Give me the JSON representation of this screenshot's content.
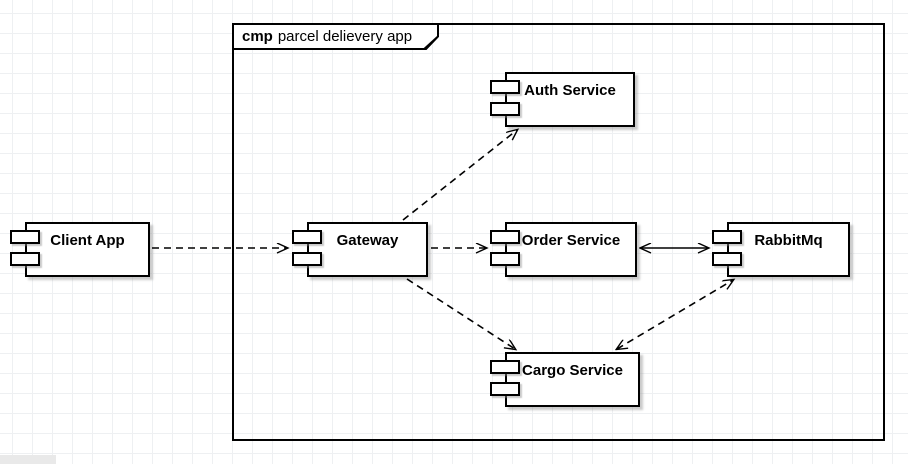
{
  "frame": {
    "keyword": "cmp",
    "title": "parcel delievery app"
  },
  "components": [
    {
      "name": "client-app",
      "label": "Client App"
    },
    {
      "name": "gateway",
      "label": "Gateway"
    },
    {
      "name": "auth-service",
      "label": "Auth Service"
    },
    {
      "name": "order-service",
      "label": "Order Service"
    },
    {
      "name": "rabbitmq",
      "label": "RabbitMq"
    },
    {
      "name": "cargo-service",
      "label": "Cargo Service"
    }
  ],
  "connections": [
    {
      "from": "Client App",
      "to": "Gateway",
      "style": "dashed",
      "direction": "one-way"
    },
    {
      "from": "Gateway",
      "to": "Auth Service",
      "style": "dashed",
      "direction": "one-way"
    },
    {
      "from": "Gateway",
      "to": "Order Service",
      "style": "dashed",
      "direction": "one-way"
    },
    {
      "from": "Gateway",
      "to": "Cargo Service",
      "style": "dashed",
      "direction": "one-way"
    },
    {
      "from": "Order Service",
      "to": "RabbitMq",
      "style": "solid",
      "direction": "two-way"
    },
    {
      "from": "Cargo Service",
      "to": "RabbitMq",
      "style": "dashed",
      "direction": "two-way"
    }
  ],
  "colors": {
    "shape_stroke": "#000000",
    "shape_fill": "#ffffff",
    "grid_line": "#eef0f2",
    "background": "#ffffff"
  }
}
